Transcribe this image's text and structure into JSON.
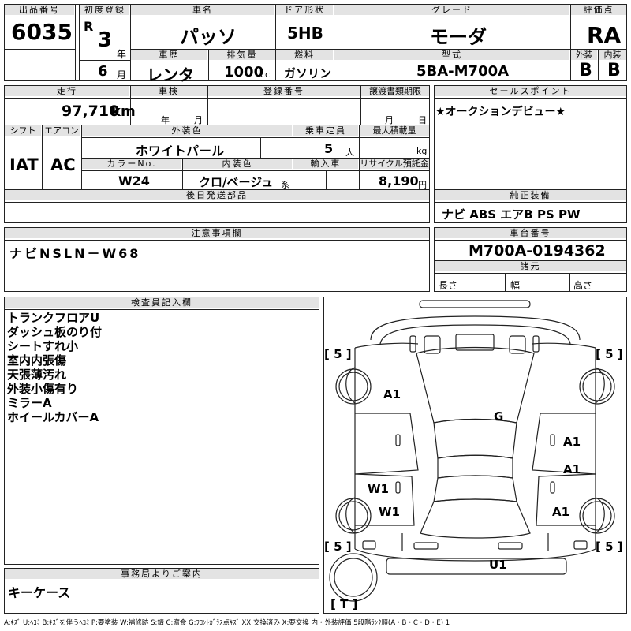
{
  "header": {
    "lot_label": "出品番号",
    "lot_value": "6035",
    "first_reg_label": "初度登録",
    "era": "R",
    "year_value": "3",
    "year_unit": "年",
    "month_value": "6",
    "month_unit": "月",
    "car_name_label": "車名",
    "car_name": "パッソ",
    "door_label": "ドア形状",
    "door_value": "5HB",
    "grade_label": "グレード",
    "grade_value": "モーダ",
    "score_label": "評価点",
    "score_value": "RA",
    "history_label": "車歴",
    "history_value": "レンタ",
    "displacement_label": "排気量",
    "displacement_value": "1000",
    "displacement_unit": "cc",
    "fuel_label": "燃料",
    "fuel_value": "ガソリン",
    "model_label": "型式",
    "model_value": "5BA-M700A",
    "exterior_label": "外装",
    "exterior_value": "B",
    "interior_label": "内装",
    "interior_value": "B"
  },
  "row2": {
    "mileage_label": "走行",
    "mileage_value": "97,710",
    "mileage_unit": "km",
    "inspection_label": "車検",
    "inspection_year": "年",
    "inspection_month": "月",
    "plate_label": "登録番号",
    "transfer_label": "譲渡書類期限",
    "transfer_month": "月",
    "transfer_day": "日",
    "shift_label": "シフト",
    "shift_value": "IAT",
    "ac_label": "エアコン",
    "ac_value": "AC",
    "ext_color_label": "外装色",
    "ext_color_value": "ホワイトパール",
    "capacity_label": "乗車定員",
    "capacity_value": "5",
    "capacity_unit": "人",
    "load_label": "最大積載量",
    "load_unit": "kg",
    "color_no_label": "カラーNo.",
    "color_no_value": "W24",
    "int_color_label": "内装色",
    "int_color_value": "クロ/ベージュ",
    "int_color_unit": "系",
    "import_label": "輸入車",
    "recycle_label": "リサイクル預託金",
    "recycle_value": "8,190",
    "recycle_unit": "円",
    "later_parts_label": "後日発送部品"
  },
  "sales": {
    "label": "セールスポイント",
    "text": "★オークションデビュー★"
  },
  "equipment": {
    "label": "純正装備",
    "text": "ナビ ABS エアB PS PW"
  },
  "notes": {
    "label": "注意事項欄",
    "text": "ナビNSLN－W68"
  },
  "chassis": {
    "label": "車台番号",
    "value": "M700A-0194362",
    "spec_label": "諸元",
    "length_label": "長さ",
    "width_label": "幅",
    "height_label": "高さ"
  },
  "inspector": {
    "label": "検査員記入欄",
    "lines": [
      "トランクフロアU",
      "ダッシュ板のり付",
      "シートすれ小",
      "室内内張傷",
      "天張薄汚れ",
      "外装小傷有り",
      "ミラーA",
      "ホイールカバーA"
    ]
  },
  "office": {
    "label": "事務局よりご案内",
    "text": "キーケース"
  },
  "diagram": {
    "tire_fl": "[ 5 ]",
    "tire_fr": "[ 5 ]",
    "tire_rl": "[ 5 ]",
    "tire_rr": "[ 5 ]",
    "tire_spare": "[ T ]",
    "marks": {
      "a1_top_left": "A1",
      "g": "G",
      "a1_right_1": "A1",
      "a1_right_2": "A1",
      "w1_left_1": "W1",
      "w1_left_2": "W1",
      "a1_right_3": "A1",
      "u1": "U1"
    }
  },
  "legend": "A:ｷｽﾞ U:ﾍｺﾐ B:ｷｽﾞを伴うﾍｺﾐ P:要塗装 W:補修跡 S:錆 C:腐食 G:ﾌﾛﾝﾄｶﾞﾗｽ点ｷｽﾞ XX:交換済み X:要交換  内・外装評価 5段階ﾗﾝｸ順(A・B・C・D・E) 1"
}
